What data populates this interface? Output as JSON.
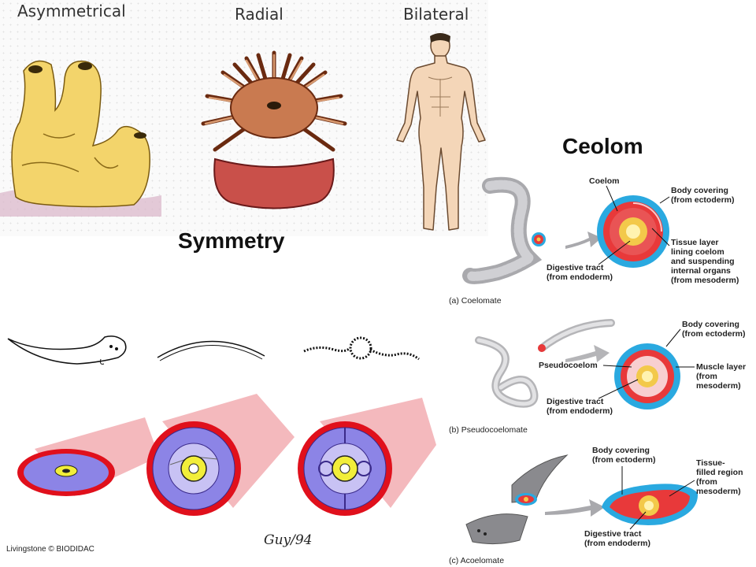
{
  "symmetry": {
    "headers": {
      "asymmetrical": "Asymmetrical",
      "radial": "Radial",
      "bilateral": "Bilateral"
    },
    "title": "Symmetry"
  },
  "coelom": {
    "title": "Ceolom",
    "coelomate": {
      "caption": "(a) Coelomate",
      "coelom": "Coelom",
      "body_covering": [
        "Body covering",
        "(from ectoderm)"
      ],
      "tissue_layer": [
        "Tissue layer",
        "lining coelom",
        "and suspending",
        "internal organs",
        "(from mesoderm)"
      ],
      "digestive": [
        "Digestive tract",
        "(from endoderm)"
      ]
    },
    "pseudocoelomate": {
      "caption": "(b) Pseudocoelomate",
      "pseudocoelom": "Pseudocoelom",
      "body_covering": [
        "Body covering",
        "(from ectoderm)"
      ],
      "muscle_layer": [
        "Muscle layer",
        "(from",
        "mesoderm)"
      ],
      "digestive": [
        "Digestive tract",
        "(from endoderm)"
      ]
    },
    "acoelomate": {
      "caption": "(c) Acoelomate",
      "body_covering": [
        "Body covering",
        "(from ectoderm)"
      ],
      "tissue_filled": [
        "Tissue-",
        "filled region",
        "(from",
        "mesoderm)"
      ],
      "digestive": [
        "Digestive tract",
        "(from endoderm)"
      ]
    }
  },
  "credit": "Livingstone © BIODIDAC",
  "signature": "Guy/94",
  "colors": {
    "ectoderm": "#2aa9e0",
    "mesoderm": "#e8393a",
    "gut": "#f3c94a",
    "tube_pink": "#f4b9bd",
    "tube_red": "#e0101c",
    "tube_blue": "#8c84e6",
    "tube_yellow": "#f2ee3a"
  }
}
